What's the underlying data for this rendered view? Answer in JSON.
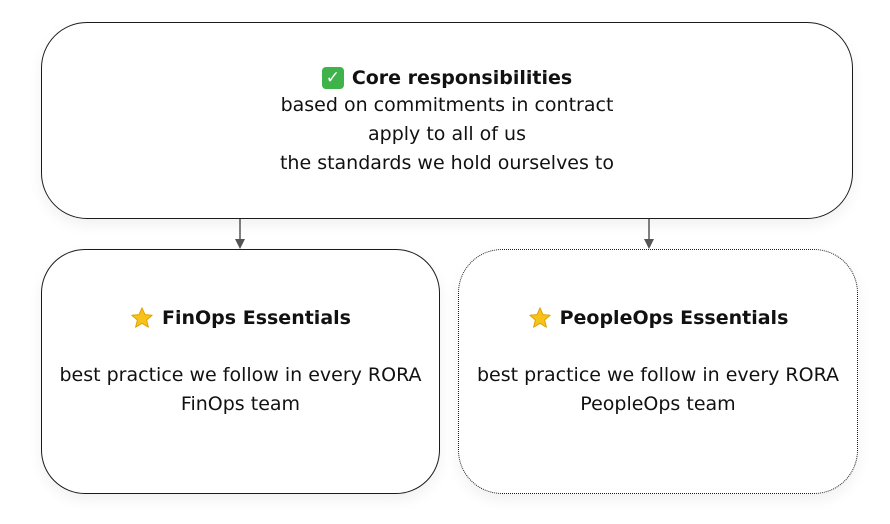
{
  "nodes": {
    "core": {
      "icon": "check-mark-icon",
      "title": "Core responsibilities",
      "lines": [
        "based on commitments in contract",
        "apply to all of us",
        "the standards we hold ourselves to"
      ]
    },
    "finops": {
      "icon": "star-icon",
      "title": "FinOps Essentials",
      "lines": [
        "best practice we follow in every RORA",
        "FinOps team"
      ]
    },
    "peopleops": {
      "icon": "star-icon",
      "title": "PeopleOps Essentials",
      "lines": [
        "best practice we follow in every RORA",
        "PeopleOps team"
      ]
    }
  },
  "edges": [
    {
      "from": "core",
      "to": "finops"
    },
    {
      "from": "core",
      "to": "peopleops"
    }
  ],
  "colors": {
    "border": "#1b1b1b",
    "check": "#3eb34a",
    "star": "#f7c21a",
    "arrow": "#555555"
  }
}
